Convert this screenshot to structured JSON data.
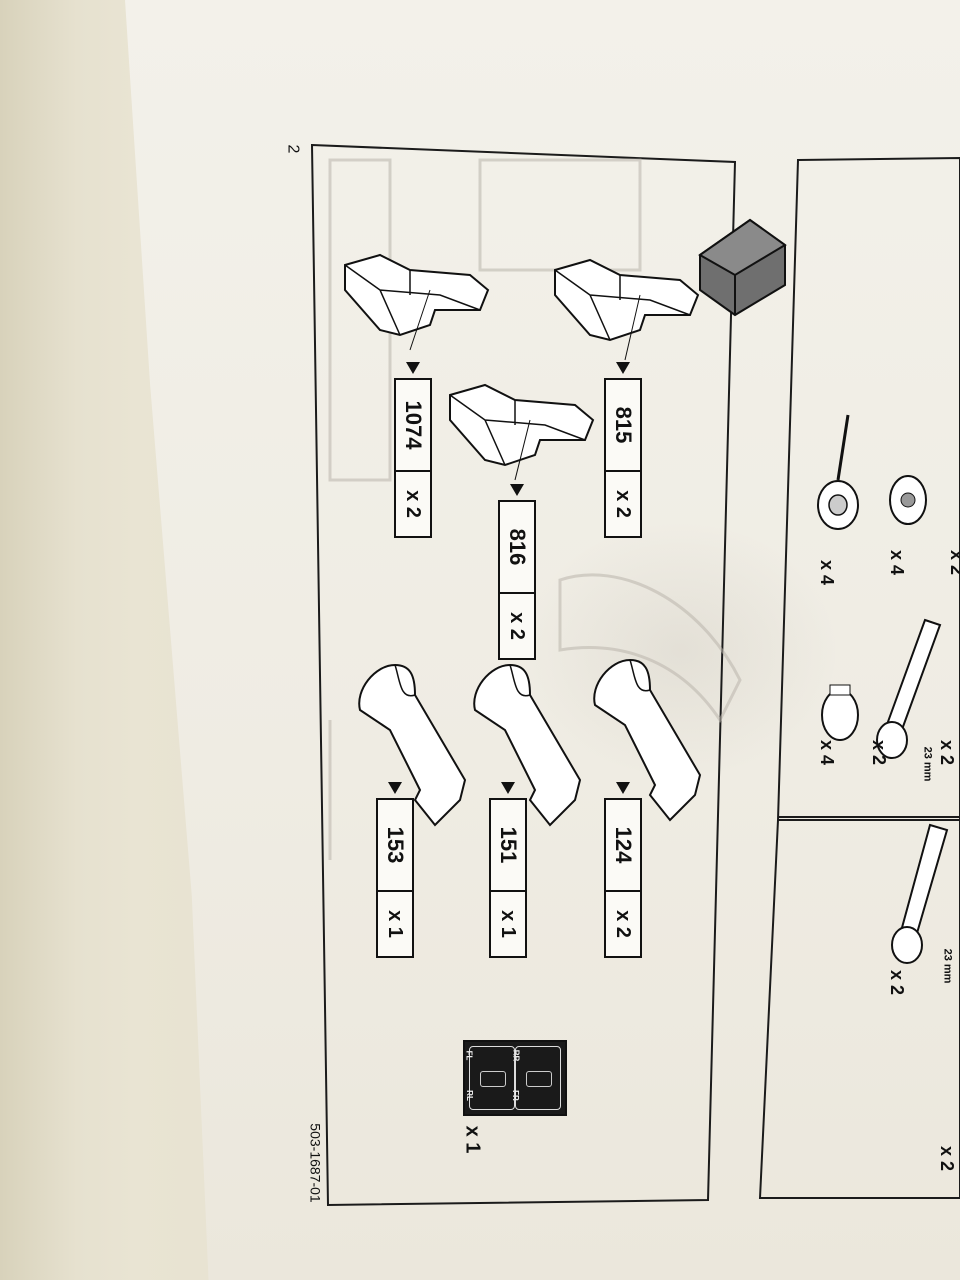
{
  "page": {
    "page_number": "2",
    "doc_code": "503-1687-01"
  },
  "parts": [
    {
      "id": "1074",
      "qty": "x 2"
    },
    {
      "id": "815",
      "qty": "x 2"
    },
    {
      "id": "816",
      "qty": "x 2"
    },
    {
      "id": "153",
      "qty": "x 1"
    },
    {
      "id": "151",
      "qty": "x 1"
    },
    {
      "id": "124",
      "qty": "x 2"
    }
  ],
  "sticker": {
    "qty": "x 1",
    "labels": [
      "RR",
      "FR",
      "FL",
      "RL"
    ]
  },
  "right_panel": {
    "quantities": [
      "x 4",
      "x 4",
      "x 2",
      "x 4",
      "x 2",
      "x 2",
      "x 2",
      "x 2"
    ],
    "dims": [
      "23 mm",
      "23 mm"
    ]
  }
}
